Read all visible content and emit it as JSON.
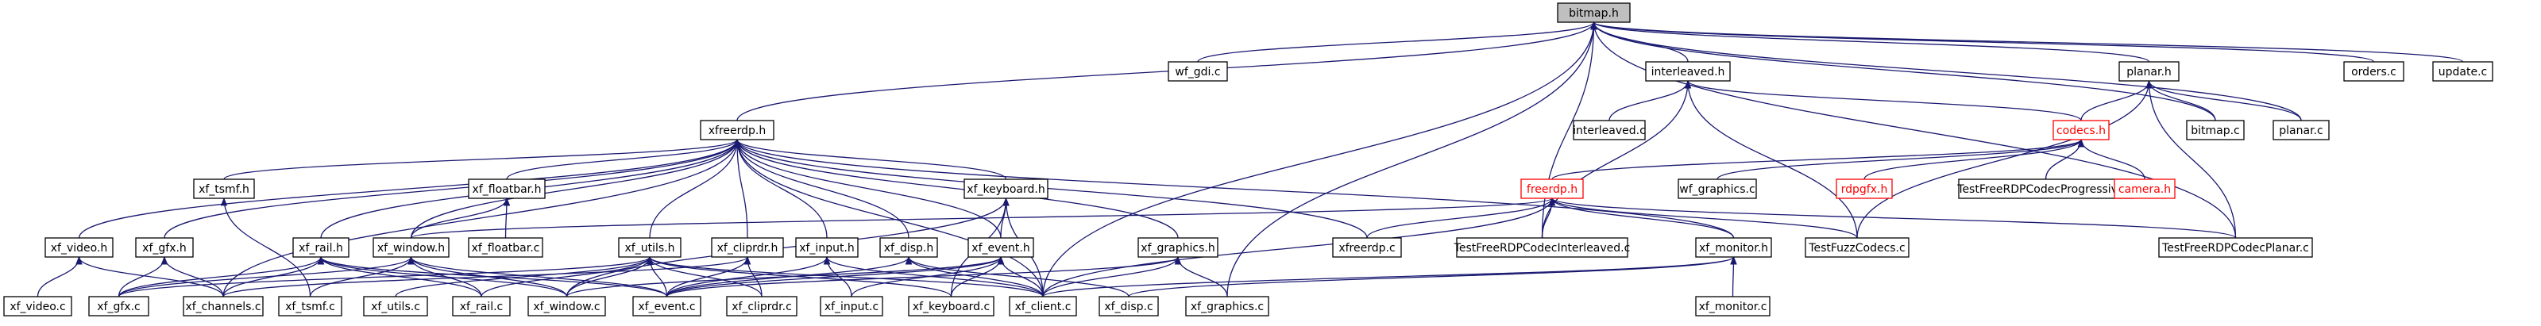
{
  "nodes": {
    "bitmap_h": {
      "label": "bitmap.h",
      "root": true
    },
    "wf_gdi_c": {
      "label": "wf_gdi.c"
    },
    "xfreerdp_h": {
      "label": "xfreerdp.h"
    },
    "interleaved_h": {
      "label": "interleaved.h"
    },
    "planar_h": {
      "label": "planar.h"
    },
    "orders_c": {
      "label": "orders.c"
    },
    "update_c": {
      "label": "update.c"
    },
    "interleaved_c": {
      "label": "interleaved.c"
    },
    "codecs_h": {
      "label": "codecs.h",
      "red": true
    },
    "bitmap_c": {
      "label": "bitmap.c"
    },
    "planar_c": {
      "label": "planar.c"
    },
    "xf_tsmf_h": {
      "label": "xf_tsmf.h"
    },
    "xf_floatbar_h": {
      "label": "xf_floatbar.h"
    },
    "xf_keyboard_h": {
      "label": "xf_keyboard.h"
    },
    "wf_graphics_c": {
      "label": "wf_graphics.c"
    },
    "rdpgfx_h": {
      "label": "rdpgfx.h",
      "red": true
    },
    "tfr_progressive_c": {
      "label": "TestFreeRDPCodecProgressive.c"
    },
    "camera_h": {
      "label": "camera.h",
      "red": true
    },
    "freerdp_h": {
      "label": "freerdp.h",
      "red": true
    },
    "xf_video_h": {
      "label": "xf_video.h"
    },
    "xf_gfx_h": {
      "label": "xf_gfx.h"
    },
    "xf_rail_h": {
      "label": "xf_rail.h"
    },
    "xf_window_h": {
      "label": "xf_window.h"
    },
    "xf_floatbar_c": {
      "label": "xf_floatbar.c"
    },
    "xf_utils_h": {
      "label": "xf_utils.h"
    },
    "xf_cliprdr_h": {
      "label": "xf_cliprdr.h"
    },
    "xf_input_h": {
      "label": "xf_input.h"
    },
    "xf_disp_h": {
      "label": "xf_disp.h"
    },
    "xf_event_h": {
      "label": "xf_event.h"
    },
    "xf_graphics_h": {
      "label": "xf_graphics.h"
    },
    "xfreerdp_c": {
      "label": "xfreerdp.c"
    },
    "tfr_interleaved_c": {
      "label": "TestFreeRDPCodecInterleaved.c"
    },
    "xf_monitor_h": {
      "label": "xf_monitor.h"
    },
    "test_fuzz_codecs_c": {
      "label": "TestFuzzCodecs.c"
    },
    "tfr_planar_c": {
      "label": "TestFreeRDPCodecPlanar.c"
    },
    "xf_video_c": {
      "label": "xf_video.c"
    },
    "xf_gfx_c": {
      "label": "xf_gfx.c"
    },
    "xf_channels_c": {
      "label": "xf_channels.c"
    },
    "xf_tsmf_c": {
      "label": "xf_tsmf.c"
    },
    "xf_utils_c": {
      "label": "xf_utils.c"
    },
    "xf_rail_c": {
      "label": "xf_rail.c"
    },
    "xf_window_c": {
      "label": "xf_window.c"
    },
    "xf_event_c": {
      "label": "xf_event.c"
    },
    "xf_cliprdr_c": {
      "label": "xf_cliprdr.c"
    },
    "xf_input_c": {
      "label": "xf_input.c"
    },
    "xf_keyboard_c": {
      "label": "xf_keyboard.c"
    },
    "xf_client_c": {
      "label": "xf_client.c"
    },
    "xf_disp_c": {
      "label": "xf_disp.c"
    },
    "xf_graphics_c": {
      "label": "xf_graphics.c"
    },
    "xf_monitor_c": {
      "label": "xf_monitor.c"
    }
  },
  "edges": [
    [
      "wf_gdi_c",
      "bitmap_h"
    ],
    [
      "xfreerdp_h",
      "bitmap_h"
    ],
    [
      "interleaved_h",
      "bitmap_h"
    ],
    [
      "planar_h",
      "bitmap_h"
    ],
    [
      "orders_c",
      "bitmap_h"
    ],
    [
      "update_c",
      "bitmap_h"
    ],
    [
      "bitmap_c",
      "bitmap_h"
    ],
    [
      "planar_c",
      "bitmap_h"
    ],
    [
      "xf_client_c",
      "bitmap_h"
    ],
    [
      "xf_graphics_c",
      "bitmap_h"
    ],
    [
      "tfr_interleaved_c",
      "bitmap_h"
    ],
    [
      "tfr_planar_c",
      "bitmap_h"
    ],
    [
      "interleaved_c",
      "interleaved_h"
    ],
    [
      "codecs_h",
      "interleaved_h"
    ],
    [
      "tfr_interleaved_c",
      "interleaved_h"
    ],
    [
      "test_fuzz_codecs_c",
      "interleaved_h"
    ],
    [
      "bitmap_c",
      "planar_h"
    ],
    [
      "planar_c",
      "planar_h"
    ],
    [
      "codecs_h",
      "planar_h"
    ],
    [
      "tfr_planar_c",
      "planar_h"
    ],
    [
      "test_fuzz_codecs_c",
      "planar_h"
    ],
    [
      "wf_graphics_c",
      "codecs_h"
    ],
    [
      "rdpgfx_h",
      "codecs_h"
    ],
    [
      "tfr_progressive_c",
      "codecs_h"
    ],
    [
      "camera_h",
      "codecs_h"
    ],
    [
      "freerdp_h",
      "codecs_h"
    ],
    [
      "xfreerdp_c",
      "freerdp_h"
    ],
    [
      "tfr_interleaved_c",
      "freerdp_h"
    ],
    [
      "test_fuzz_codecs_c",
      "freerdp_h"
    ],
    [
      "tfr_planar_c",
      "freerdp_h"
    ],
    [
      "xf_monitor_h",
      "freerdp_h"
    ],
    [
      "xf_client_c",
      "freerdp_h"
    ],
    [
      "xf_window_h",
      "freerdp_h"
    ],
    [
      "xf_tsmf_h",
      "xfreerdp_h"
    ],
    [
      "xf_floatbar_h",
      "xfreerdp_h"
    ],
    [
      "xf_keyboard_h",
      "xfreerdp_h"
    ],
    [
      "xf_video_h",
      "xfreerdp_h"
    ],
    [
      "xf_gfx_h",
      "xfreerdp_h"
    ],
    [
      "xf_rail_h",
      "xfreerdp_h"
    ],
    [
      "xf_window_h",
      "xfreerdp_h"
    ],
    [
      "xf_utils_h",
      "xfreerdp_h"
    ],
    [
      "xf_cliprdr_h",
      "xfreerdp_h"
    ],
    [
      "xf_input_h",
      "xfreerdp_h"
    ],
    [
      "xf_disp_h",
      "xfreerdp_h"
    ],
    [
      "xf_event_h",
      "xfreerdp_h"
    ],
    [
      "xf_graphics_h",
      "xfreerdp_h"
    ],
    [
      "xfreerdp_c",
      "xfreerdp_h"
    ],
    [
      "xf_monitor_h",
      "xfreerdp_h"
    ],
    [
      "xf_channels_c",
      "xfreerdp_h"
    ],
    [
      "xf_client_c",
      "xfreerdp_h"
    ],
    [
      "xf_tsmf_c",
      "xf_tsmf_h"
    ],
    [
      "xf_window_h",
      "xf_floatbar_h"
    ],
    [
      "xf_floatbar_c",
      "xf_floatbar_h"
    ],
    [
      "xf_event_h",
      "xf_keyboard_h"
    ],
    [
      "xf_keyboard_c",
      "xf_keyboard_h"
    ],
    [
      "xf_window_c",
      "xf_keyboard_h"
    ],
    [
      "xf_client_c",
      "xf_keyboard_h"
    ],
    [
      "xf_video_c",
      "xf_video_h"
    ],
    [
      "xf_channels_c",
      "xf_video_h"
    ],
    [
      "xf_gfx_c",
      "xf_gfx_h"
    ],
    [
      "xf_channels_c",
      "xf_gfx_h"
    ],
    [
      "xf_rail_c",
      "xf_rail_h"
    ],
    [
      "xf_channels_c",
      "xf_rail_h"
    ],
    [
      "xf_window_c",
      "xf_rail_h"
    ],
    [
      "xf_event_c",
      "xf_rail_h"
    ],
    [
      "xf_gfx_c",
      "xf_rail_h"
    ],
    [
      "xf_window_c",
      "xf_window_h"
    ],
    [
      "xf_rail_c",
      "xf_window_h"
    ],
    [
      "xf_event_c",
      "xf_window_h"
    ],
    [
      "xf_gfx_c",
      "xf_window_h"
    ],
    [
      "xf_tsmf_c",
      "xf_window_h"
    ],
    [
      "xf_utils_c",
      "xf_utils_h"
    ],
    [
      "xf_window_c",
      "xf_utils_h"
    ],
    [
      "xf_event_c",
      "xf_utils_h"
    ],
    [
      "xf_rail_c",
      "xf_utils_h"
    ],
    [
      "xf_gfx_c",
      "xf_utils_h"
    ],
    [
      "xf_cliprdr_c",
      "xf_utils_h"
    ],
    [
      "xf_client_c",
      "xf_utils_h"
    ],
    [
      "xf_keyboard_c",
      "xf_utils_h"
    ],
    [
      "xf_cliprdr_c",
      "xf_cliprdr_h"
    ],
    [
      "xf_event_c",
      "xf_cliprdr_h"
    ],
    [
      "xf_channels_c",
      "xf_cliprdr_h"
    ],
    [
      "xf_input_c",
      "xf_input_h"
    ],
    [
      "xf_event_c",
      "xf_input_h"
    ],
    [
      "xf_client_c",
      "xf_input_h"
    ],
    [
      "xf_disp_c",
      "xf_disp_h"
    ],
    [
      "xf_event_c",
      "xf_disp_h"
    ],
    [
      "xf_client_c",
      "xf_disp_h"
    ],
    [
      "xf_event_c",
      "xf_event_h"
    ],
    [
      "xf_client_c",
      "xf_event_h"
    ],
    [
      "xf_input_c",
      "xf_event_h"
    ],
    [
      "xf_keyboard_c",
      "xf_event_h"
    ],
    [
      "xf_window_c",
      "xf_event_h"
    ],
    [
      "xf_graphics_c",
      "xf_graphics_h"
    ],
    [
      "xf_client_c",
      "xf_graphics_h"
    ],
    [
      "xf_event_c",
      "xf_graphics_h"
    ],
    [
      "xf_monitor_c",
      "xf_monitor_h"
    ],
    [
      "xf_client_c",
      "xf_monitor_h"
    ],
    [
      "xf_disp_c",
      "xf_monitor_h"
    ]
  ],
  "colors": {
    "edge": "#191970",
    "node_border": "#000000",
    "root_fill": "#bfbfbf",
    "highlight": "#ff0000"
  }
}
